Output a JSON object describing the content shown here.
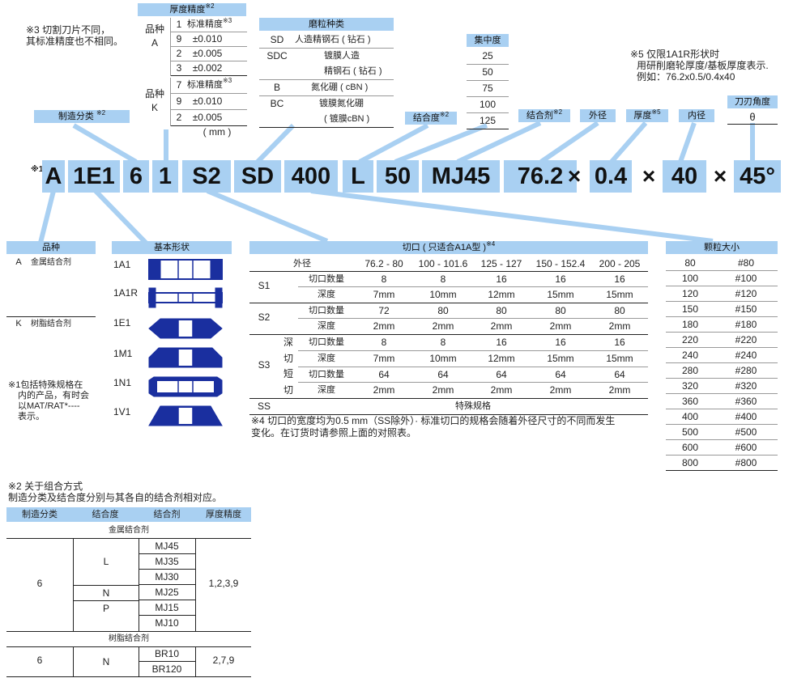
{
  "colors": {
    "accent": "#a9d0f2",
    "shape": "#1a2f9f",
    "line": "#a9d0f2"
  },
  "note3": [
    "※3  切割刀片不同，",
    "其标准精度也不相同。"
  ],
  "note5": [
    "※5  仅限1A1R形状时",
    "用研削磨轮厚度/基板厚度表示.",
    "例如：76.2x0.5/0.4x40"
  ],
  "thickness": {
    "header": "厚度精度",
    "header_sup": "※2",
    "groupA": {
      "label1": "品种",
      "label2": "A",
      "rows": [
        [
          "1",
          "标准精度",
          "※3"
        ],
        [
          "9",
          "±0.010",
          ""
        ],
        [
          "2",
          "±0.005",
          ""
        ],
        [
          "3",
          "±0.002",
          ""
        ]
      ]
    },
    "groupK": {
      "label1": "品种",
      "label2": "K",
      "rows": [
        [
          "7",
          "标准精度",
          "※3"
        ],
        [
          "9",
          "±0.010",
          ""
        ],
        [
          "2",
          "±0.005",
          ""
        ]
      ]
    },
    "unit": "( mm )"
  },
  "abrasive": {
    "header": "磨粒种类",
    "rows": [
      [
        "SD",
        "人造精钢石 ( 钻石 )"
      ],
      [
        "SDC",
        "镀膜人造"
      ],
      [
        "",
        "精钢石 ( 钻石 )"
      ],
      [
        "B",
        "氮化硼 ( cBN )"
      ],
      [
        "BC",
        "镀膜氮化硼"
      ],
      [
        "",
        "( 镀膜cBN )"
      ]
    ]
  },
  "concentration": {
    "header": "集中度",
    "values": [
      "25",
      "50",
      "75",
      "100",
      "125"
    ]
  },
  "labels": {
    "manufacture": "制造分类",
    "manufacture_sup": "※2",
    "bond_grade": "结合度",
    "bond_grade_sup": "※2",
    "bond": "结合剂",
    "bond_sup": "※2",
    "od": "外径",
    "thick": "厚度",
    "thick_sup": "※5",
    "id": "内径",
    "angle": "刀刃角度",
    "angle_sym": "θ"
  },
  "code": {
    "prefix": "※1",
    "parts": [
      "A",
      "1E1",
      "6",
      "1",
      "S2",
      "SD",
      "400",
      "L",
      "50",
      "MJ45",
      "76.2",
      "×",
      "0.4",
      "×",
      "40",
      "×",
      "45°"
    ]
  },
  "variety": {
    "header": "品种",
    "rows": [
      [
        "A",
        "金属结合剂"
      ],
      [
        "K",
        "树脂结合剂"
      ]
    ],
    "note": [
      "※1包括特殊规格在",
      "内的产品，有时会",
      "以MAT/RAT*----",
      "表示。"
    ]
  },
  "shapes": {
    "header": "基本形状",
    "items": [
      "1A1",
      "1A1R",
      "1E1",
      "1M1",
      "1N1",
      "1V1"
    ]
  },
  "notch": {
    "header": "切口 ( 只适合A1A型 )",
    "header_sup": "※4",
    "od_label": "外径",
    "columns": [
      "76.2 - 80",
      "100 - 101.6",
      "125 - 127",
      "150 - 152.4",
      "200 - 205"
    ],
    "s1": {
      "label": "S1",
      "rows": [
        [
          "切口数量",
          "8",
          "8",
          "16",
          "16",
          "16"
        ],
        [
          "深度",
          "7mm",
          "10mm",
          "12mm",
          "15mm",
          "15mm"
        ]
      ]
    },
    "s2": {
      "label": "S2",
      "rows": [
        [
          "切口数量",
          "72",
          "80",
          "80",
          "80",
          "80"
        ],
        [
          "深度",
          "2mm",
          "2mm",
          "2mm",
          "2mm",
          "2mm"
        ]
      ]
    },
    "s3": {
      "label": "S3",
      "sub": [
        "深",
        "切",
        "短",
        "切"
      ],
      "rows": [
        [
          "切口数量",
          "8",
          "8",
          "16",
          "16",
          "16"
        ],
        [
          "深度",
          "7mm",
          "10mm",
          "12mm",
          "15mm",
          "15mm"
        ],
        [
          "切口数量",
          "64",
          "64",
          "64",
          "64",
          "64"
        ],
        [
          "深度",
          "2mm",
          "2mm",
          "2mm",
          "2mm",
          "2mm"
        ]
      ]
    },
    "ss": {
      "label": "SS",
      "text": "特殊规格"
    },
    "note": [
      "※4 切口的宽度均为0.5 mm（SS除外）· 标准切口的规格会随着外径尺寸的不同而发生",
      "变化。在订货时请参照上面的对照表。"
    ]
  },
  "grit": {
    "header": "颗粒大小",
    "rows": [
      [
        "80",
        "#80"
      ],
      [
        "100",
        "#100"
      ],
      [
        "120",
        "#120"
      ],
      [
        "150",
        "#150"
      ],
      [
        "180",
        "#180"
      ],
      [
        "220",
        "#220"
      ],
      [
        "240",
        "#240"
      ],
      [
        "280",
        "#280"
      ],
      [
        "320",
        "#320"
      ],
      [
        "360",
        "#360"
      ],
      [
        "400",
        "#400"
      ],
      [
        "500",
        "#500"
      ],
      [
        "600",
        "#600"
      ],
      [
        "800",
        "#800"
      ]
    ]
  },
  "combo": {
    "title": [
      "※2 关于组合方式",
      "制造分类及结合度分别与其各自的结合剂相对应。"
    ],
    "headers": [
      "制造分类",
      "结合度",
      "结合剂",
      "厚度精度"
    ],
    "metal_label": "金属结合剂",
    "resin_label": "树脂结合剂",
    "metal": {
      "cls": "6",
      "grades": [
        "L",
        "N",
        "P"
      ],
      "bonds": [
        "MJ45",
        "MJ35",
        "MJ30",
        "MJ25",
        "MJ15",
        "MJ10"
      ],
      "prec": "1,2,3,9"
    },
    "resin": {
      "cls": "6",
      "grade": "N",
      "bonds": [
        "BR10",
        "BR120"
      ],
      "prec": "2,7,9"
    }
  }
}
